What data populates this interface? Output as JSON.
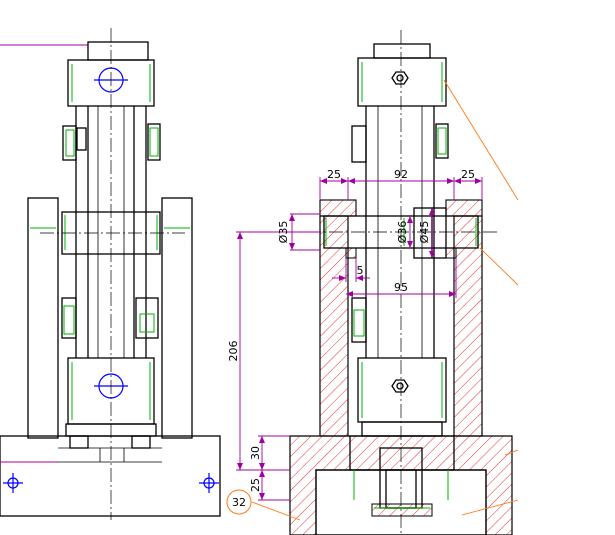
{
  "dimensions": {
    "width_25_left": "25",
    "width_92": "92",
    "width_25_right": "25",
    "dia_35": "Ø35",
    "dia_36": "Ø36",
    "dia_45": "Ø45",
    "gap_5": "5",
    "width_95": "95",
    "height_206": "206",
    "height_30": "30",
    "height_25": "25"
  },
  "balloon": {
    "label": "32"
  },
  "colors": {
    "outline": "#000000",
    "edge_green": "#00b000",
    "hatch_red": "#e00000",
    "leader_orange": "#ff7a1a",
    "leader_magenta": "#a000a0",
    "bolt_blue": "#0000ff",
    "dimension": "#000000"
  }
}
